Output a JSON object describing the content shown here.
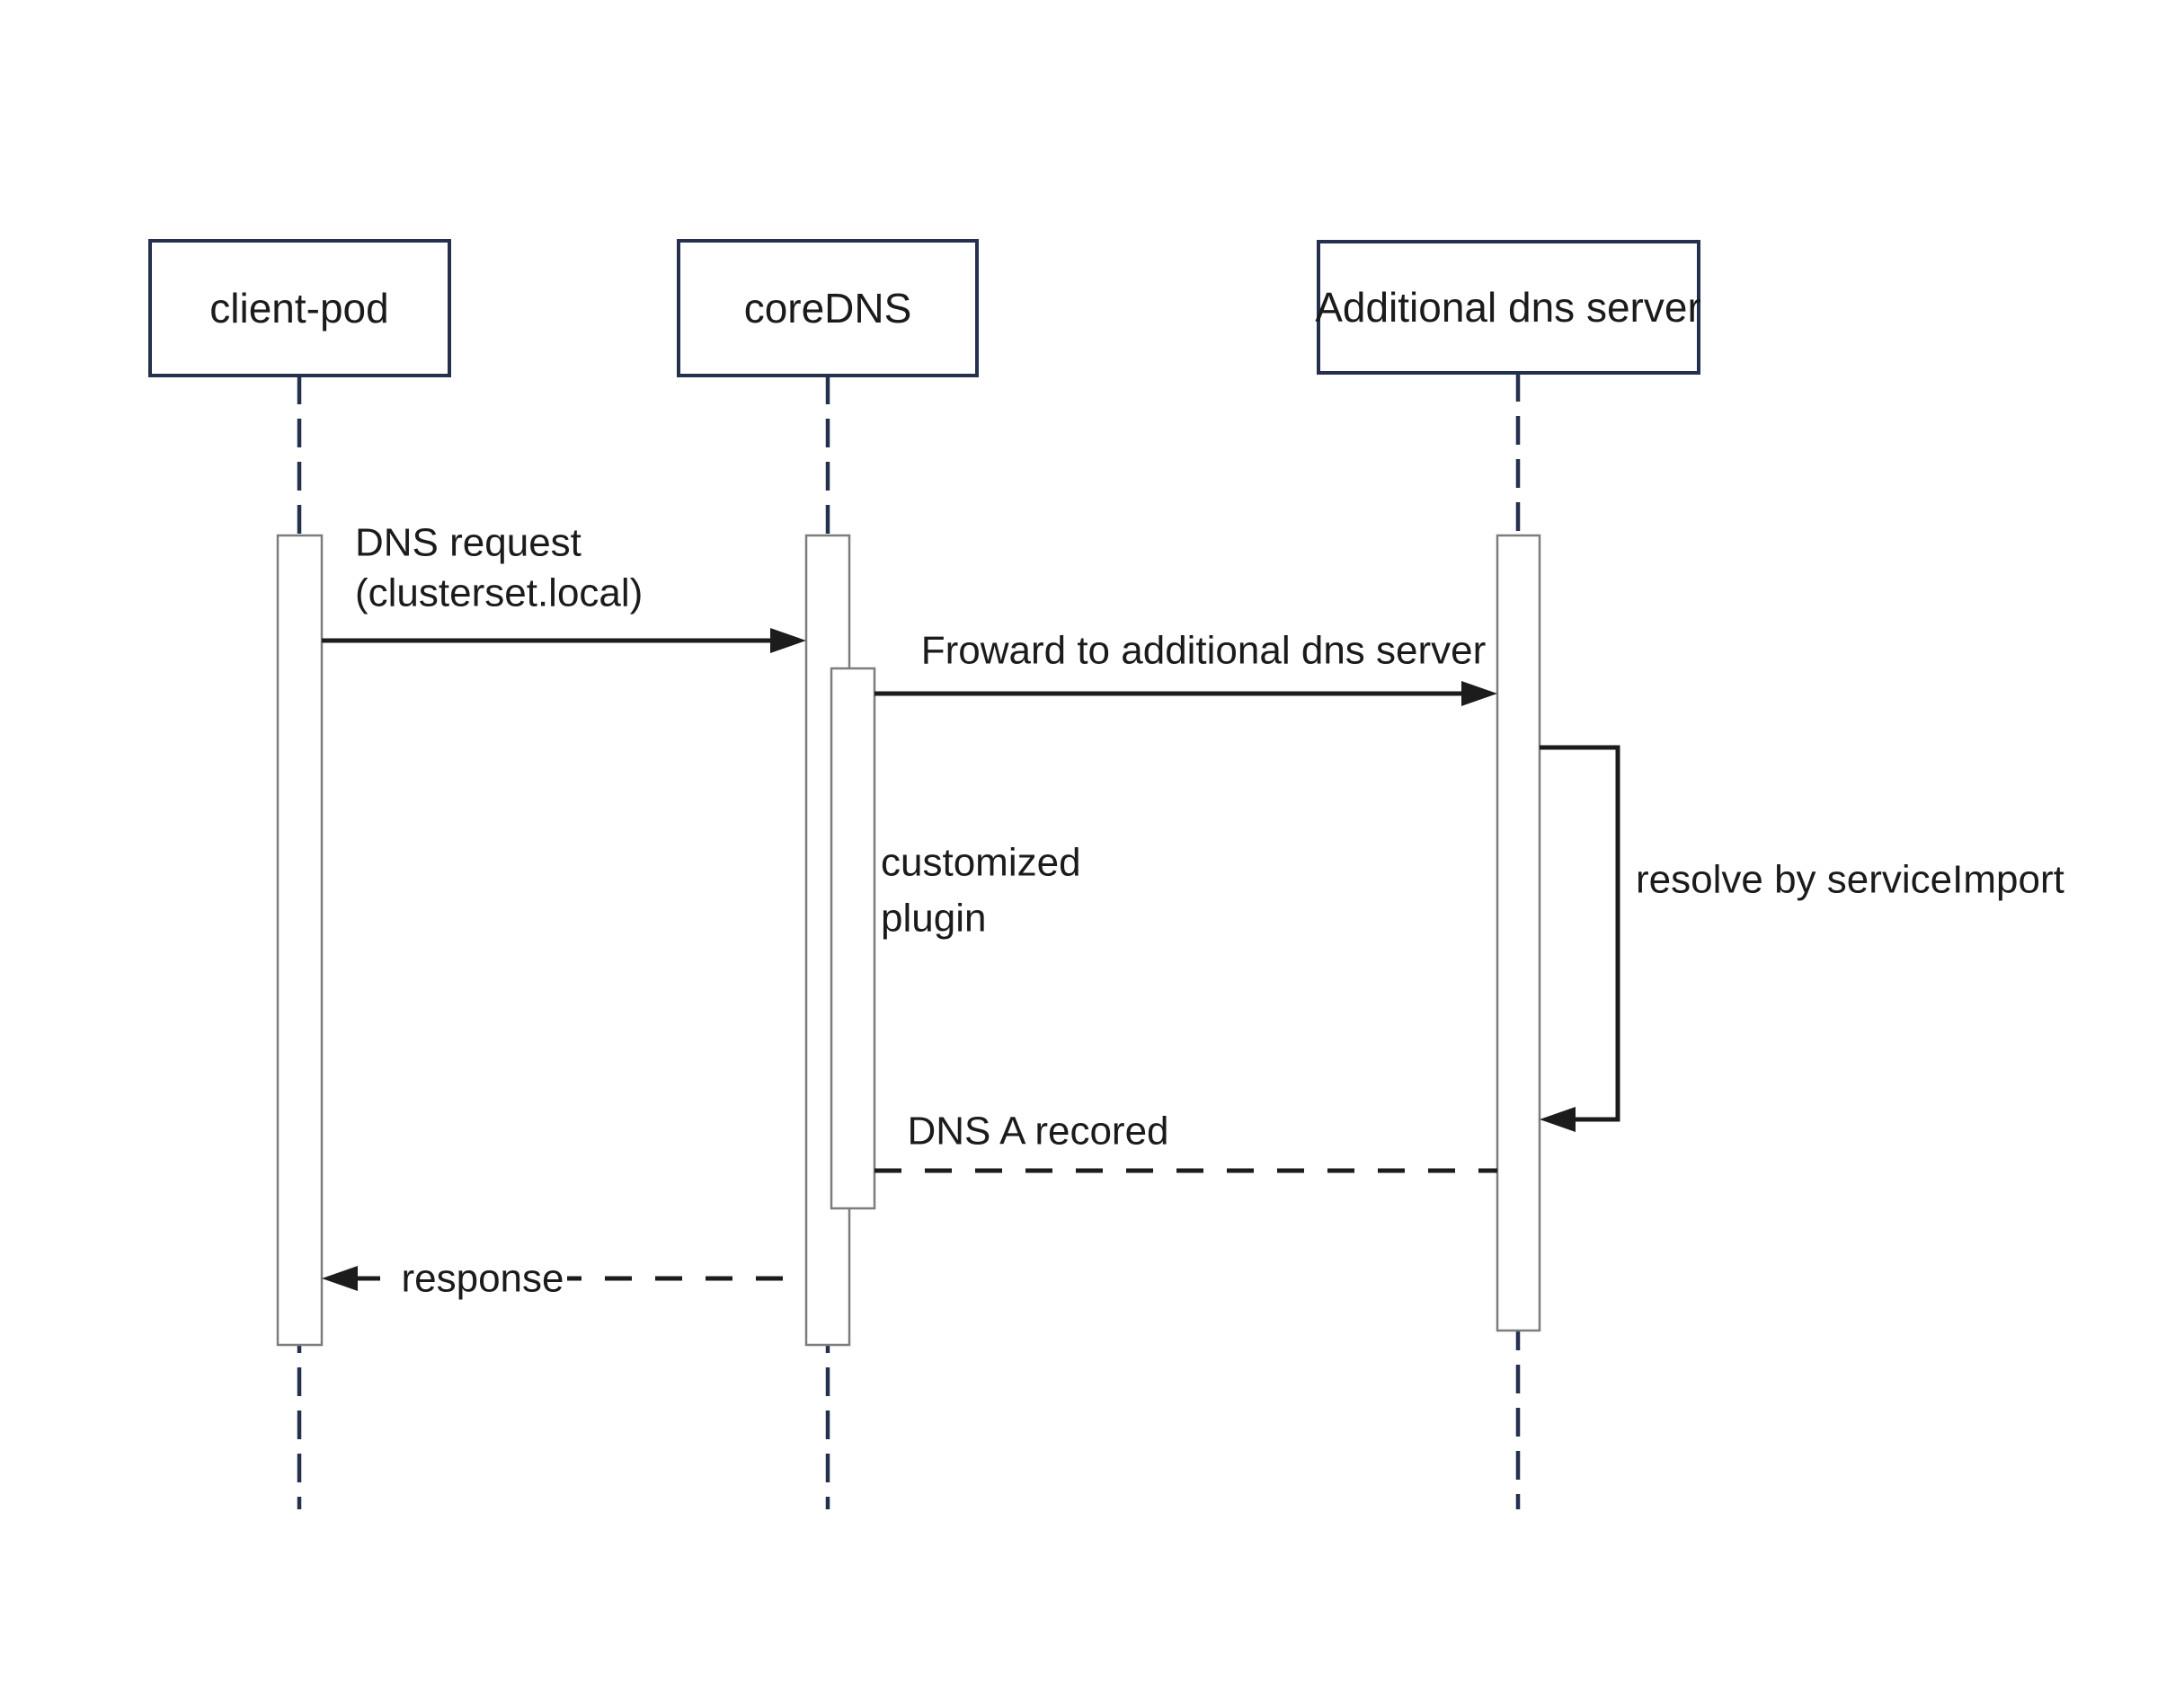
{
  "diagram": {
    "type": "sequence-diagram",
    "actors": [
      {
        "id": "client-pod",
        "label": "client-pod"
      },
      {
        "id": "coredns",
        "label": "coreDNS"
      },
      {
        "id": "additional-dns",
        "label": "Additional dns server"
      }
    ],
    "messages": {
      "dns_request_line1": "DNS request",
      "dns_request_line2": "(clusterset.local)",
      "forward": "Froward to additional dns server",
      "customized_plugin_line1": "customized",
      "customized_plugin_line2": "plugin",
      "resolve": "resolve by serviceImport",
      "dns_a_record": "DNS A recored",
      "response": "response"
    },
    "colors": {
      "background": "#ffffff",
      "box_and_lifeline": "#25304e",
      "text": "#1b1b1b",
      "activation_border": "#7d7d7d",
      "arrow": "#1c1c1c"
    }
  }
}
